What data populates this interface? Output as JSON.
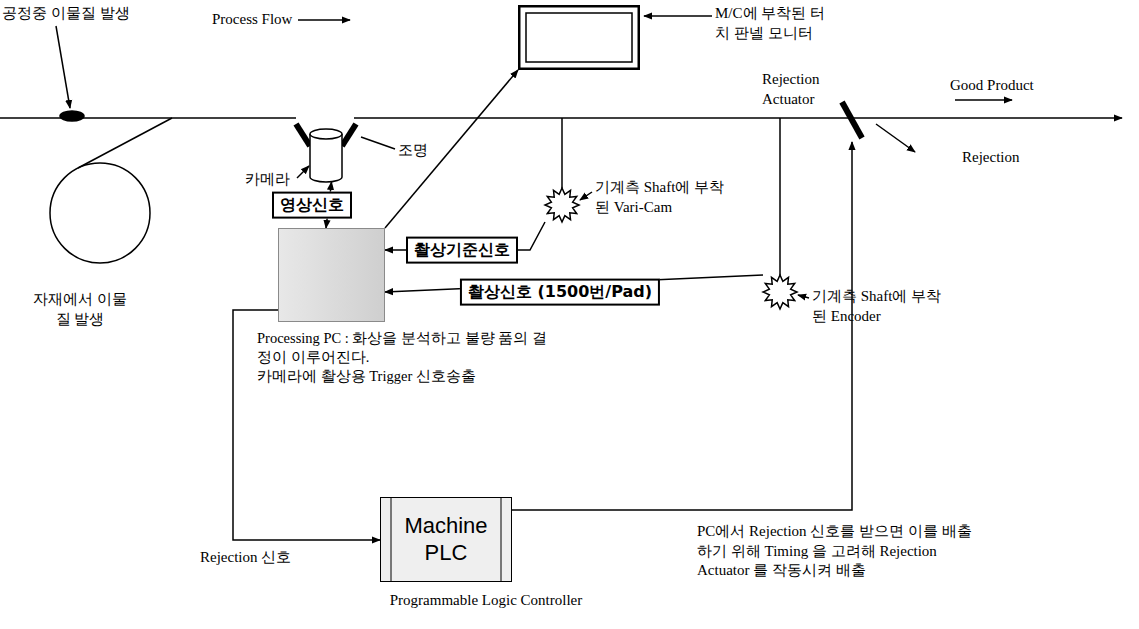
{
  "diagram": {
    "nodes": [
      {
        "text": [
          "M/C에 부착된 터치 판넬 모니터"
        ]
      },
      {
        "text": [
          "카메라"
        ]
      },
      {
        "text": [
          "Processing PC : 화상을 분석하고 불량 품의 결정이 이루어진다.",
          "카메라에 촬상용 Trigger 신호송출"
        ]
      },
      {
        "text": [
          "기계측 Shaft에 부착된 Vari-Cam"
        ]
      },
      {
        "text": [
          "기계측 Shaft에 부착된 Encoder"
        ]
      },
      {
        "text": [
          "Rejection Actuator"
        ]
      },
      {
        "text": [
          "Machine PLC",
          "Programmable Logic Controller"
        ]
      }
    ],
    "edges": [
      {
        "from": 1,
        "to": 2,
        "arrow": "both",
        "label": "영상신호"
      },
      {
        "from": 2,
        "to": 0,
        "arrow": "to"
      },
      {
        "from": 3,
        "to": 2,
        "arrow": "to",
        "label": "촬상기준신호"
      },
      {
        "from": 4,
        "to": 2,
        "arrow": "to",
        "label": "촬상신호 (1500번/Pad)"
      },
      {
        "from": 2,
        "to": 6,
        "arrow": "to",
        "label": "Rejection 신호"
      },
      {
        "from": 6,
        "to": 5,
        "arrow": "to"
      }
    ],
    "labels": [
      "공정중 이물질 발생",
      "Process Flow",
      "Good Product",
      "Rejection",
      "조명",
      "자재에서 이물질 발생",
      "PC에서 Rejection 신호를 받으면 이를 배출하기 위해 Timing 을 고려해 Rejection Actuator 를 작동시켜 배출"
    ]
  }
}
